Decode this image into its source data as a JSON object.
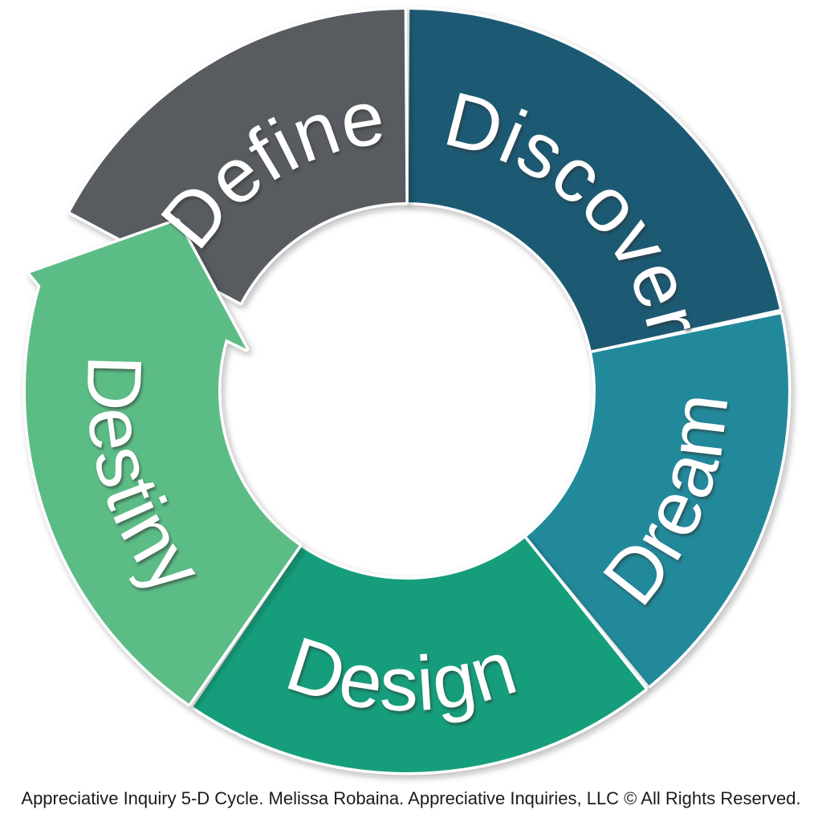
{
  "page": {
    "background": "#ffffff"
  },
  "diagram": {
    "name": "Appreciative Inquiry 5-D Cycle",
    "type": "cycle-donut",
    "flow": "clockwise",
    "segments": [
      {
        "label": "Discover",
        "color": "#1d5a73",
        "start_angle": 0.4,
        "end_angle": 77.6,
        "label_angle": 43,
        "label_dir": "cw",
        "arrow": false
      },
      {
        "label": "Dream",
        "color": "#21899b",
        "start_angle": 78.4,
        "end_angle": 140.6,
        "label_angle": 112,
        "label_dir": "ccw",
        "arrow": false
      },
      {
        "label": "Design",
        "color": "#169e7b",
        "start_angle": 141.4,
        "end_angle": 214.1,
        "label_angle": 181,
        "label_dir": "ccw",
        "arrow": false
      },
      {
        "label": "Destiny",
        "color": "#5bbc86",
        "start_angle": 214.9,
        "end_angle": 286,
        "label_angle": 253,
        "label_dir": "ccw",
        "arrow": true
      },
      {
        "label": "Define",
        "color": "#585c60",
        "start_angle": 298,
        "end_angle": 359.6,
        "label_angle": 329.5,
        "label_dir": "cw",
        "arrow": false
      }
    ]
  },
  "caption": {
    "text": "Appreciative Inquiry 5-D Cycle. Melissa Robaina. Appreciative Inquiries, LLC © All Rights Reserved."
  }
}
